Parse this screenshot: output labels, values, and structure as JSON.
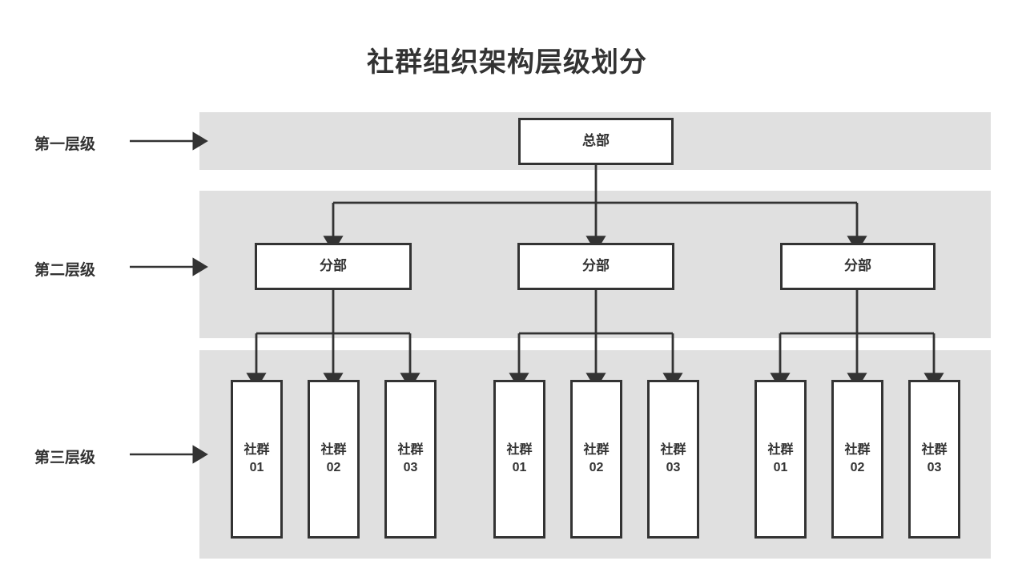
{
  "page": {
    "title": "社群组织架构层级划分",
    "background": "#ffffff",
    "band_color": "#e0e0e0",
    "stroke_color": "#333333",
    "node_fill": "#ffffff"
  },
  "levels": [
    {
      "id": "level-1",
      "label": "第一层级"
    },
    {
      "id": "level-2",
      "label": "第二层级"
    },
    {
      "id": "level-3",
      "label": "第三层级"
    }
  ],
  "nodes": {
    "headquarters": {
      "label": "总部"
    },
    "branches": [
      {
        "label": "分部"
      },
      {
        "label": "分部"
      },
      {
        "label": "分部"
      }
    ],
    "communities": [
      [
        {
          "line1": "社群",
          "line2": "01"
        },
        {
          "line1": "社群",
          "line2": "02"
        },
        {
          "line1": "社群",
          "line2": "03"
        }
      ],
      [
        {
          "line1": "社群",
          "line2": "01"
        },
        {
          "line1": "社群",
          "line2": "02"
        },
        {
          "line1": "社群",
          "line2": "03"
        }
      ],
      [
        {
          "line1": "社群",
          "line2": "01"
        },
        {
          "line1": "社群",
          "line2": "02"
        },
        {
          "line1": "社群",
          "line2": "03"
        }
      ]
    ]
  }
}
